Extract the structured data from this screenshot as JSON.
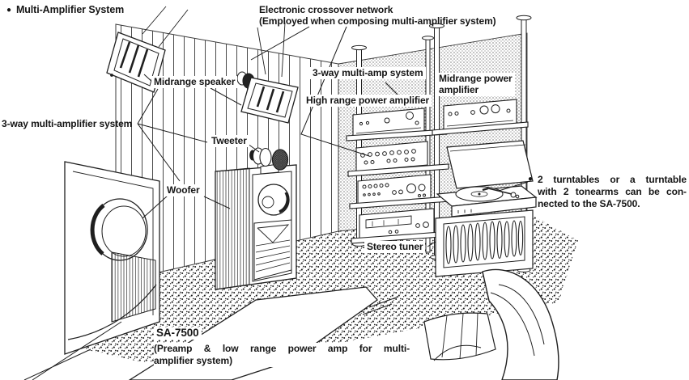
{
  "colors": {
    "ink": "#151515",
    "paper": "#ffffff",
    "wall_line": "#4a4a4a",
    "stipple": "#161616"
  },
  "header": {
    "bullet": "●",
    "title": "Multi-Amplifier System"
  },
  "callouts": {
    "crossover": {
      "line1": "Electronic crossover network",
      "line2": "(Employed when composing multi-amplifier system)"
    },
    "midrange_speaker": "Midrange speaker",
    "three_way_multi_amp_system": "3-way multi-amp system",
    "midrange_power_amplifier": {
      "line1": "Midrange power",
      "line2": "amplifier"
    },
    "high_range_power_amplifier": "High range power amplifier",
    "three_way_multi_amplifier_system": "3-way multi-amplifier system",
    "tweeter": "Tweeter",
    "woofer": "Woofer",
    "stereo_tuner": "Stereo tuner"
  },
  "note": {
    "bullet": "●",
    "line1": "2 turntables or a turntable",
    "line2": "with 2 tonearms can be con-",
    "line3": "nected to the SA-7500."
  },
  "product": {
    "model": "SA-7500",
    "caption_line1": "(Preamp & low range power amp for multi-",
    "caption_line2": "amplifier system)"
  }
}
